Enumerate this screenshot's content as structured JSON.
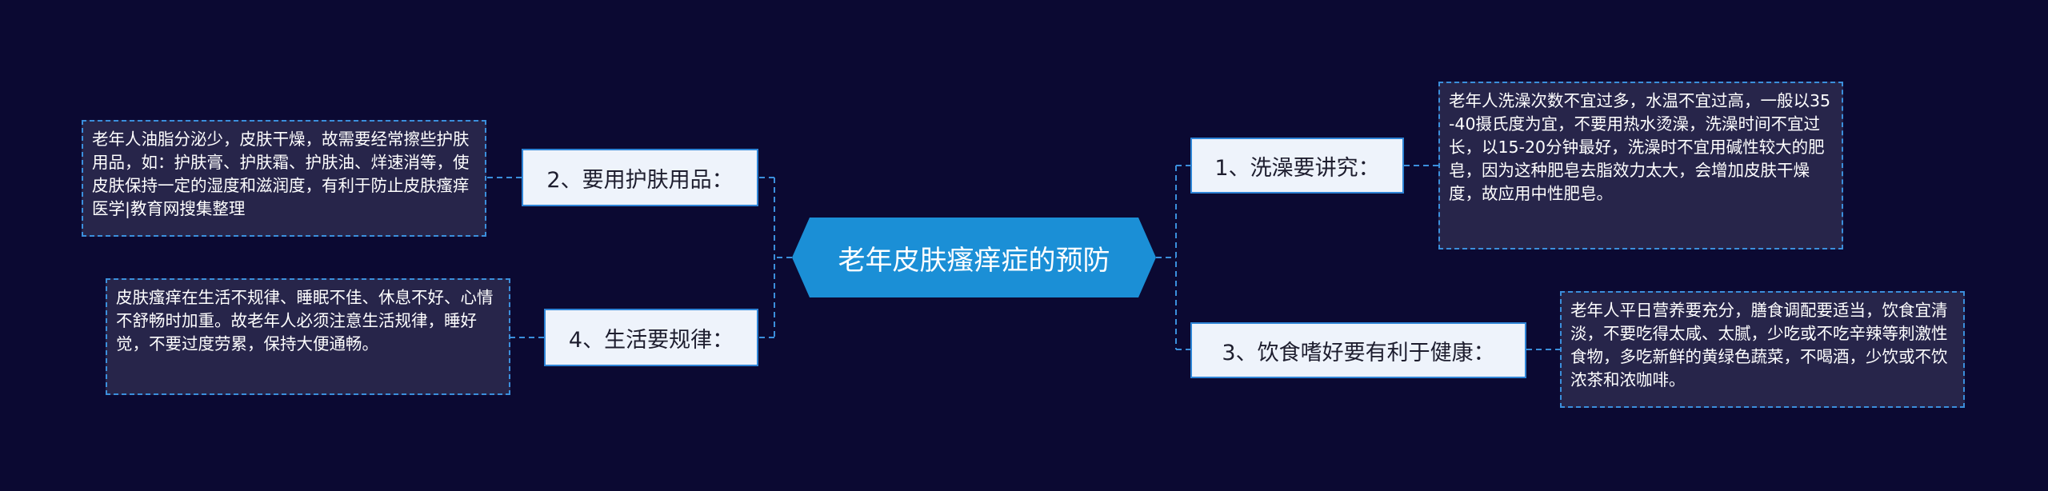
{
  "center": {
    "title": "老年皮肤瘙痒症的预防"
  },
  "branches": [
    {
      "label": "1、洗澡要讲究：",
      "detail": "老年人洗澡次数不宜过多，水温不宜过高，一般以35-40摄氏度为宜，不要用热水烫澡，洗澡时间不宜过长，以15-20分钟最好，洗澡时不宜用碱性较大的肥皂，因为这种肥皂去脂效力太大，会增加皮肤干燥度，故应用中性肥皂。"
    },
    {
      "label": "2、要用护肤用品：",
      "detail": "老年人油脂分泌少，皮肤干燥，故需要经常擦些护肤用品，如：护肤膏、护肤霜、护肤油、烊速消等，使皮肤保持一定的湿度和滋润度，有利于防止皮肤瘙痒医学|教育网搜集整理"
    },
    {
      "label": "3、饮食嗜好要有利于健康：",
      "detail": "老年人平日营养要充分，膳食调配要适当，饮食宜清淡，不要吃得太咸、太腻，少吃或不吃辛辣等刺激性食物，多吃新鲜的黄绿色蔬菜，不喝酒，少饮或不饮浓茶和浓咖啡。"
    },
    {
      "label": "4、生活要规律：",
      "detail": "皮肤瘙痒在生活不规律、睡眠不佳、休息不好、心情不舒畅时加重。故老年人必须注意生活规律，睡好觉，不要过度劳累，保持大便通畅。"
    }
  ],
  "colors": {
    "background": "#0b0932",
    "center_fill": "#1b8fd6",
    "branch_fill": "#eef3fb",
    "branch_border": "#2e84d6",
    "leaf_fill": "#27254a",
    "connector": "#3b8fdc"
  }
}
